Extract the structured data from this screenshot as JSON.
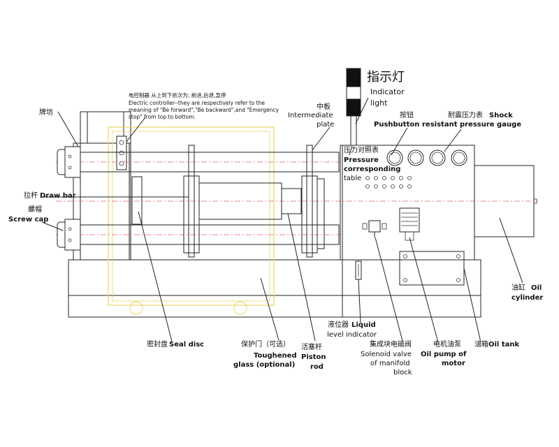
{
  "indicator_light": {
    "cn": "指示灯",
    "en1": "Indicator",
    "en2": "light"
  },
  "electric_controller": {
    "cn": "电控制器 从上到下依次为: 前进,后退,急停",
    "en1": "Electric controller--they are respectively refer to the",
    "en2": "meaning of \"Be forward\",\"Be backward\",and \"Emergency",
    "en3": "stop\" from top to bottom."
  },
  "brace": {
    "cn": "牌坊"
  },
  "intermediate_plate": {
    "cn": "中板",
    "en1": "Intermediate",
    "en2": "plate"
  },
  "pushbutton": {
    "cn": "按钮",
    "en": "Pushbutton"
  },
  "gauge": {
    "cn": "耐震压力表",
    "en1": "Shock",
    "en2": "resistant pressure gauge"
  },
  "pressure_table": {
    "cn": "压力对照表",
    "en1": "Pressure",
    "en2": "corresponding",
    "en3": "table"
  },
  "draw_bar": {
    "cn": "拉杆",
    "en": "Draw bar"
  },
  "screw_cap": {
    "cn": "螺帽",
    "en": "Screw cap"
  },
  "oil_cylinder": {
    "cn": "油缸",
    "en1": "Oil",
    "en2": "cylinder"
  },
  "liquid_level": {
    "cn": "液位器",
    "en1": "Liquid",
    "en2": "level indicator"
  },
  "solenoid": {
    "cn": "集成块电磁阀",
    "en1": "Solenoid valve",
    "en2": "of manifold",
    "en3": "block"
  },
  "oil_pump": {
    "cn": "电机油泵",
    "en1": "Oil pump of",
    "en2": "motor"
  },
  "oil_tank": {
    "cn": "油箱",
    "en": "Oil tank"
  },
  "seal_disc": {
    "cn": "密封盘",
    "en": "Seal disc"
  },
  "toughened_glass": {
    "cn": "保护门（可选）",
    "en1": "Toughened",
    "en2": "glass (optional)"
  },
  "piston_rod": {
    "cn": "活塞杆",
    "en1": "Piston",
    "en2": "rod"
  }
}
